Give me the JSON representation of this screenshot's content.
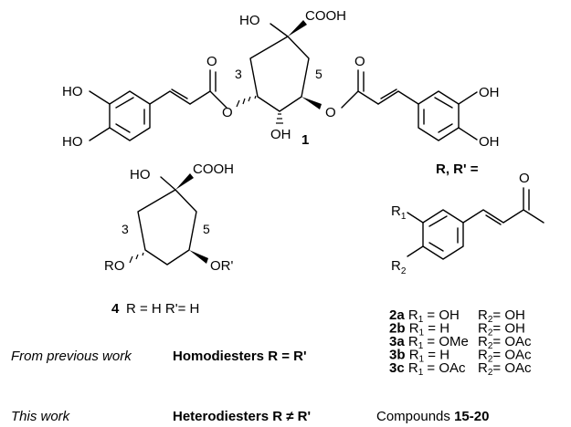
{
  "compound1": {
    "label_ho_top": "HO",
    "label_cooh_top": "COOH",
    "label_3": "3",
    "label_5": "5",
    "label_o_left": "O",
    "label_o_right": "O",
    "label_o_ester_left": "O",
    "label_o_ester_right": "O",
    "label_oh": "OH",
    "label_ho_aryl_left_1": "HO",
    "label_ho_aryl_left_2": "HO",
    "label_oh_aryl_right_1": "OH",
    "label_oh_aryl_right_2": "OH",
    "number": "1"
  },
  "compound4": {
    "label_ho": "HO",
    "label_cooh": "COOH",
    "label_3": "3",
    "label_5": "5",
    "label_ro": "RO",
    "label_or": "OR'",
    "number": "4",
    "definition": "R = H   R'= H"
  },
  "r_group": {
    "title": "R, R' =",
    "label_o": "O",
    "label_r1": "R",
    "label_r1_sub": "1",
    "label_r2": "R",
    "label_r2_sub": "2"
  },
  "substituents": [
    {
      "id": "2a",
      "r1": "OH",
      "r2": "OH"
    },
    {
      "id": "2b",
      "r1": "H",
      "r2": "OH"
    },
    {
      "id": "3a",
      "r1": "OMe",
      "r2": "OAc"
    },
    {
      "id": "3b",
      "r1": "H",
      "r2": "OAc"
    },
    {
      "id": "3c",
      "r1": "OAc",
      "r2": "OAc"
    }
  ],
  "sub_text": {
    "r": "R",
    "one": "1",
    "two": "2",
    "eq": "= "
  },
  "footer": {
    "previous_work": "From previous work",
    "homodiesters": "Homodiesters R = R'",
    "this_work": "This work",
    "heterodiesters_prefix": "Heterodiesters R ",
    "neq": "≠",
    "heterodiesters_suffix": " R'",
    "compounds_prefix": "Compounds ",
    "compounds_range": "15-20"
  }
}
